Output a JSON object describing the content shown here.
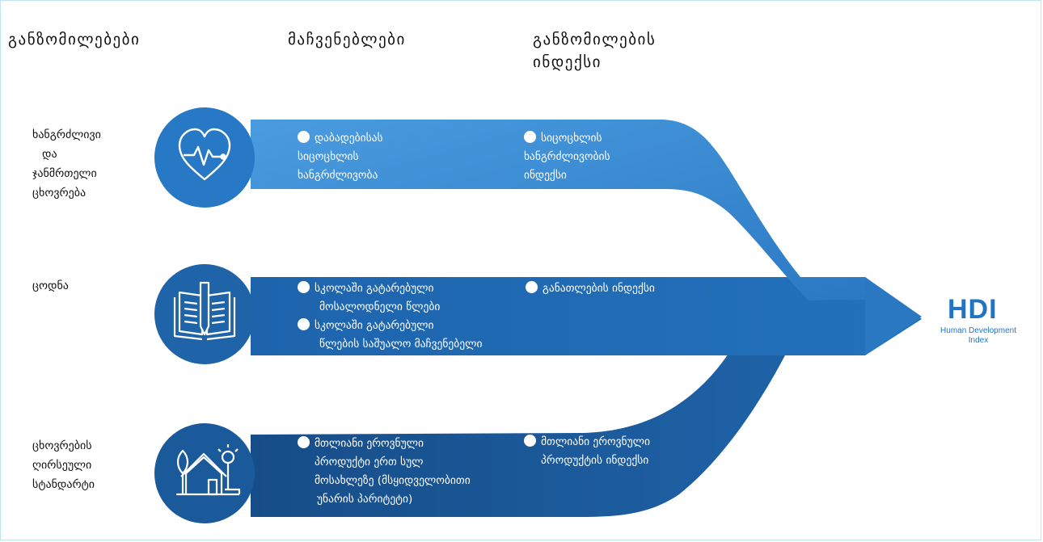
{
  "headers": {
    "dimensions": "განზომილებები",
    "indicators": "მაჩვენებლები",
    "dimension_index_line1": "განზომილების",
    "dimension_index_line2": "ინდექსი"
  },
  "rows": [
    {
      "dimension_lines": [
        "ხანგრძლივი",
        "და",
        "ჯანმრთელი",
        "ცხოვრება"
      ],
      "icon": "heart-pulse-icon",
      "indicators": [
        {
          "lines": [
            "დაბადებისას",
            "სიცოცხლის",
            "ხანგრძლივობა"
          ]
        }
      ],
      "index_lines": [
        "სიცოცხლის",
        "ხანგრძლივობის",
        "ინდექსი"
      ]
    },
    {
      "dimension_lines": [
        "ცოდნა"
      ],
      "icon": "book-pencil-icon",
      "indicators": [
        {
          "lines": [
            "სკოლაში გატარებული",
            "მოსალოდნელი წლები"
          ]
        },
        {
          "lines": [
            "სკოლაში გატარებული",
            "წლების საშუალო მაჩვენებელი"
          ]
        }
      ],
      "index_lines": [
        "განათლების ინდექსი"
      ]
    },
    {
      "dimension_lines": [
        "ცხოვრების",
        "ღირსეული",
        "სტანდარტი"
      ],
      "icon": "house-tree-bulb-icon",
      "indicators": [
        {
          "lines": [
            "მთლიანი ეროვნული",
            "პროდუქტი ერთ სულ",
            "მოსახლეზე (მსყიდველობითი",
            "უნარის პარიტეტი)"
          ]
        }
      ],
      "index_lines": [
        "მთლიანი ეროვნული",
        "პროდუქტის ინდექსი"
      ]
    }
  ],
  "hdi": {
    "title": "HDI",
    "subtitle_line1": "Human Development",
    "subtitle_line2": "Index"
  },
  "colors": {
    "dark_blue": "#1c5a9a",
    "mid_blue": "#2a78c2",
    "light_blue": "#3d90d6",
    "accent": "#1f74c4"
  }
}
